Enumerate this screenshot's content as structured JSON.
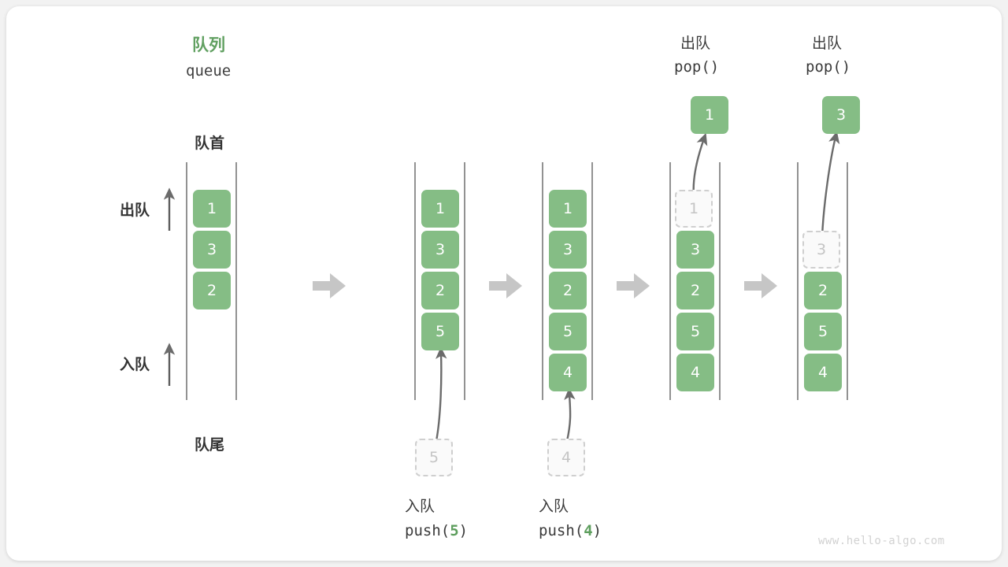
{
  "figure": {
    "title_cn": "队列",
    "title_en": "queue",
    "head_label": "队首",
    "tail_label": "队尾",
    "dequeue_label": "出队",
    "enqueue_label": "入队",
    "watermark": "www.hello-algo.com",
    "accent_green": "#85bd85",
    "title_green": "#61a061",
    "ghost_gray": "#c4c4c4",
    "arrow_gray": "#c6c6c6"
  },
  "steps": [
    {
      "id": "step-1",
      "cells": [
        "1",
        "3",
        "2"
      ],
      "ghost_index": -1,
      "incoming": null,
      "popped": null,
      "caption_cn": "",
      "caption_code": ""
    },
    {
      "id": "step-2",
      "cells": [
        "1",
        "3",
        "2",
        "5"
      ],
      "ghost_index": -1,
      "incoming": "5",
      "popped": null,
      "caption_cn": "入队",
      "caption_code": "push(5)",
      "caption_arg": "5"
    },
    {
      "id": "step-3",
      "cells": [
        "1",
        "3",
        "2",
        "5",
        "4"
      ],
      "ghost_index": -1,
      "incoming": "4",
      "popped": null,
      "caption_cn": "入队",
      "caption_code": "push(4)",
      "caption_arg": "4"
    },
    {
      "id": "step-4",
      "cells": [
        "1",
        "3",
        "2",
        "5",
        "4"
      ],
      "ghost_index": 0,
      "incoming": null,
      "popped": "1",
      "caption_cn": "出队",
      "caption_code": "pop()"
    },
    {
      "id": "step-5",
      "cells": [
        "3",
        "2",
        "5",
        "4"
      ],
      "ghost_index": 0,
      "incoming": null,
      "popped": "3",
      "caption_cn": "出队",
      "caption_code": "pop()"
    }
  ],
  "labels": {
    "title_cn": "队列",
    "title_en": "queue",
    "head": "队首",
    "tail": "队尾",
    "dequeue": "出队",
    "enqueue": "入队",
    "pop_cn": "出队",
    "pop_code_open": "pop()",
    "push_cn": "入队",
    "push5_pre": "push(",
    "push5_arg": "5",
    "push5_post": ")",
    "push4_pre": "push(",
    "push4_arg": "4",
    "push4_post": ")",
    "watermark": "www.hello-algo.com"
  },
  "cells": {
    "c1_0": "1",
    "c1_1": "3",
    "c1_2": "2",
    "c2_0": "1",
    "c2_1": "3",
    "c2_2": "2",
    "c2_3": "5",
    "c3_0": "1",
    "c3_1": "3",
    "c3_2": "2",
    "c3_3": "5",
    "c3_4": "4",
    "c4_0": "1",
    "c4_1": "3",
    "c4_2": "2",
    "c4_3": "5",
    "c4_4": "4",
    "c5_0": "3",
    "c5_1": "2",
    "c5_2": "5",
    "c5_3": "4",
    "ghost_push5": "5",
    "ghost_push4": "4",
    "pop1": "1",
    "pop3": "3"
  }
}
